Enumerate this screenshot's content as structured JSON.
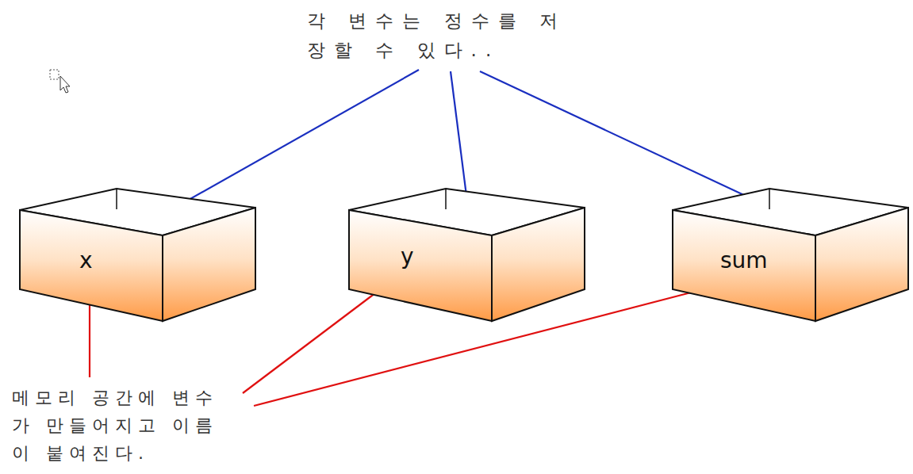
{
  "diagram": {
    "nodes": [
      {
        "text": [
          "x"
        ]
      },
      {
        "text": [
          "y"
        ]
      },
      {
        "text": [
          "sum"
        ]
      }
    ],
    "labels": [
      "각 변수는 정수를 저 장할 수 있다..",
      "메모리 공간에 변수 가 만들어지고 이름 이 붙여진다."
    ]
  }
}
